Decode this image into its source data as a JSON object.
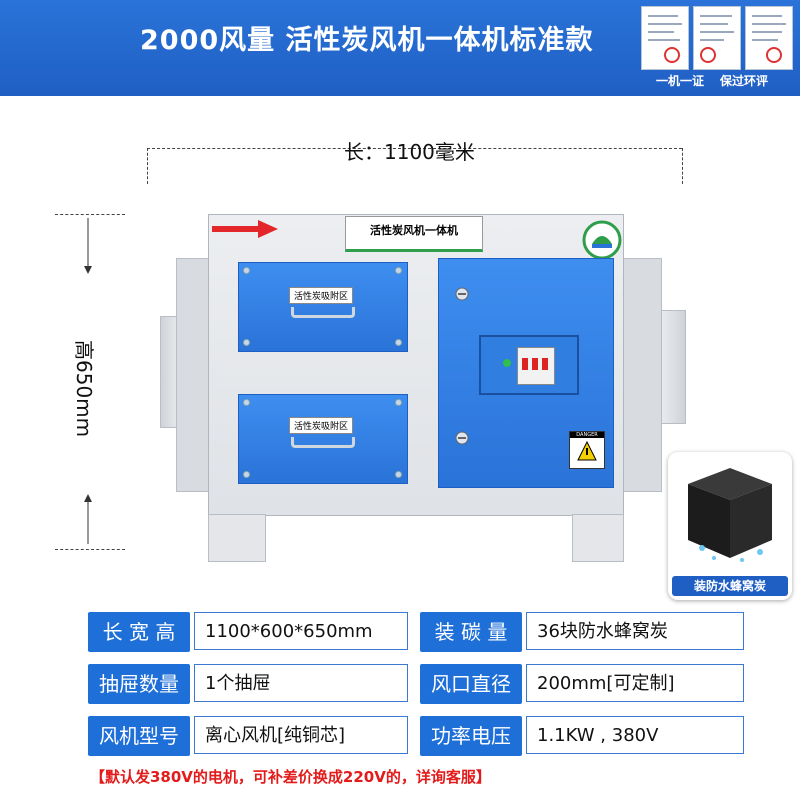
{
  "header": {
    "title": "2000风量 活性炭风机一体机标准款",
    "cert_caption_1": "一机一证",
    "cert_caption_2": "保过环评"
  },
  "dimensions": {
    "length": "长：1100毫米",
    "height": "高650mm"
  },
  "machine": {
    "top_label": "活性炭风机一体机",
    "drawer_1_label": "活性炭吸附区",
    "drawer_2_label": "活性炭吸附区",
    "warning_label": "DANGER"
  },
  "carbon": {
    "caption": "装防水蜂窝炭"
  },
  "specs": [
    {
      "label": "长 宽 高",
      "value": "1100*600*650mm"
    },
    {
      "label": "装 碳 量",
      "value": "36块防水蜂窝炭"
    },
    {
      "label": "抽屉数量",
      "value": "1个抽屉"
    },
    {
      "label": "风口直径",
      "value": "200mm[可定制]"
    },
    {
      "label": "风机型号",
      "value": "离心风机[纯铜芯]"
    },
    {
      "label": "功率电压",
      "value": "1.1KW , 380V"
    }
  ],
  "footer": {
    "note": "【默认发380V的电机，可补差价换成220V的，详询客服】"
  },
  "colors": {
    "brand_blue": "#1f6fd8",
    "warning_red": "#e31b1b"
  }
}
